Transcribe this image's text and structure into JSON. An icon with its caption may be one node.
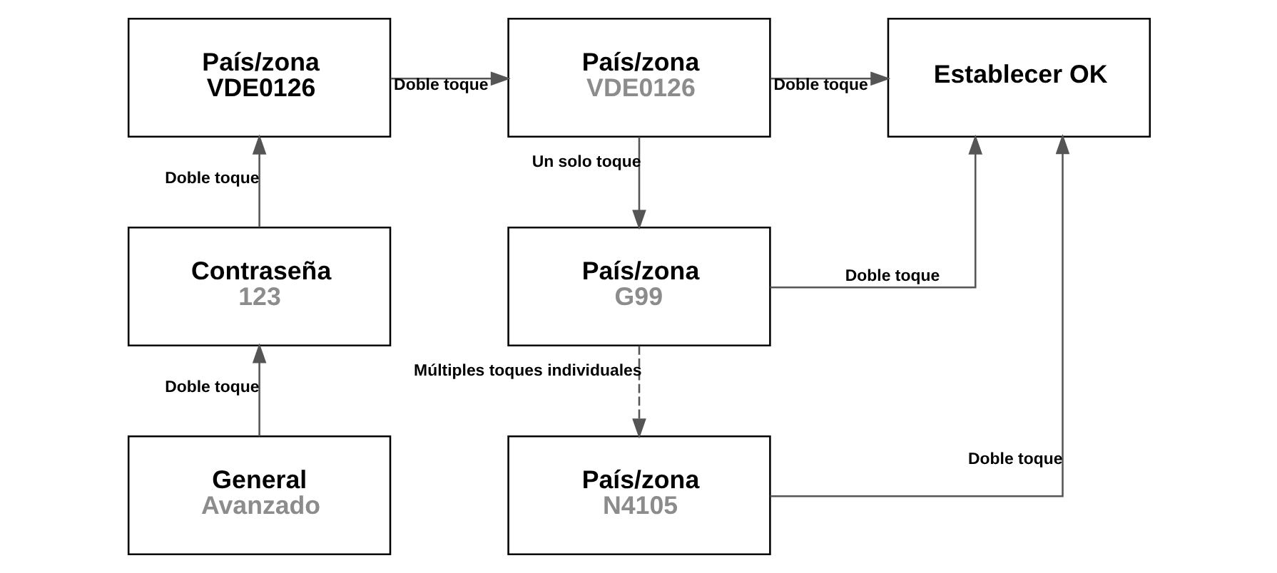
{
  "diagram": {
    "nodes": [
      {
        "text": [
          "General",
          "Avanzado"
        ]
      },
      {
        "text": [
          "Contraseña",
          "123"
        ]
      },
      {
        "text": [
          "País/zona",
          "VDE0126"
        ]
      },
      {
        "text": [
          "País/zona",
          "VDE0126"
        ]
      },
      {
        "text": [
          "Establecer OK"
        ]
      },
      {
        "text": [
          "País/zona",
          "G99"
        ]
      },
      {
        "text": [
          "País/zona",
          "N4105"
        ]
      }
    ],
    "edges": [
      {
        "from": 0,
        "to": 1,
        "arrow": "to",
        "label": "Doble toque"
      },
      {
        "from": 1,
        "to": 2,
        "arrow": "to",
        "label": "Doble toque"
      },
      {
        "from": 2,
        "to": 3,
        "arrow": "to",
        "label": "Doble toque"
      },
      {
        "from": 3,
        "to": 4,
        "arrow": "to",
        "label": "Doble toque"
      },
      {
        "from": 3,
        "to": 5,
        "arrow": "to",
        "label": "Un solo toque"
      },
      {
        "from": 5,
        "to": 6,
        "arrow": "to",
        "label": "Múltiples toques individuales",
        "style": "dashed"
      },
      {
        "from": 5,
        "to": 4,
        "arrow": "to",
        "label": "Doble toque"
      },
      {
        "from": 6,
        "to": 4,
        "arrow": "to",
        "label": "Doble toque"
      }
    ]
  }
}
